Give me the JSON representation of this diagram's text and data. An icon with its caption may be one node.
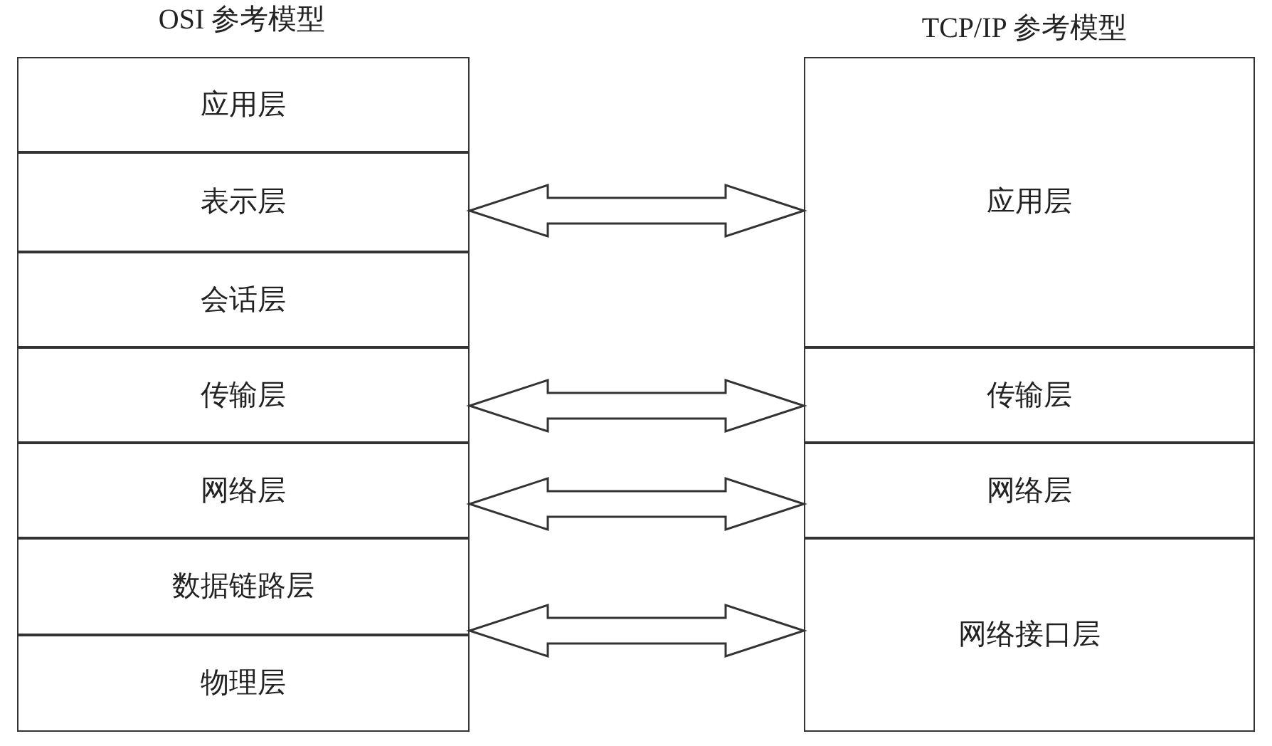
{
  "diagram": {
    "nodes": [
      {
        "text": [
          "应用层"
        ]
      },
      {
        "text": [
          "表示层"
        ]
      },
      {
        "text": [
          "会话层"
        ]
      },
      {
        "text": [
          "传输层"
        ]
      },
      {
        "text": [
          "网络层"
        ]
      },
      {
        "text": [
          "数据链路层"
        ]
      },
      {
        "text": [
          "物理层"
        ]
      },
      {
        "text": [
          "应用层"
        ]
      },
      {
        "text": [
          "传输层"
        ]
      },
      {
        "text": [
          "网络层"
        ]
      },
      {
        "text": [
          "网络接口层"
        ]
      }
    ],
    "edges": [
      {
        "from": 1,
        "to": 7,
        "arrow": "both"
      },
      {
        "from": 3,
        "to": 8,
        "arrow": "both"
      },
      {
        "from": 4,
        "to": 9,
        "arrow": "both"
      },
      {
        "from": 5,
        "to": 10,
        "arrow": "both"
      }
    ],
    "labels": [
      "OSI 参考模型",
      "TCP/IP 参考模型"
    ]
  }
}
